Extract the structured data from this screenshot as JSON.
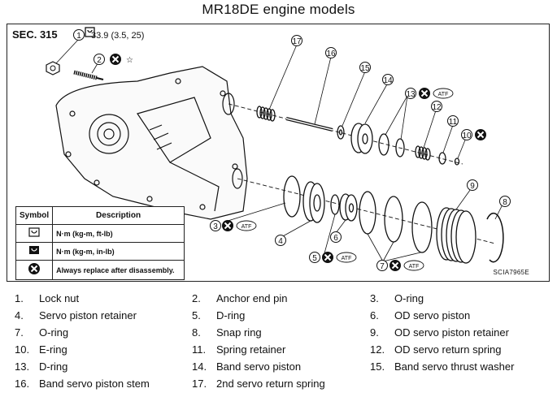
{
  "title": "MR18DE engine models",
  "section": "SEC. 315",
  "torque": "33.9 (3.5, 25)",
  "figure_code": "SCIA7965E",
  "callout_atf": "ATF",
  "callouts": [
    "1",
    "2",
    "3",
    "4",
    "5",
    "6",
    "7",
    "8",
    "9",
    "10",
    "11",
    "12",
    "13",
    "14",
    "15",
    "16",
    "17"
  ],
  "legend": {
    "headers": [
      "Symbol",
      "Description"
    ],
    "rows": [
      {
        "icon": "torque-wrench-icon",
        "desc": "N·m (kg-m, ft-lb)"
      },
      {
        "icon": "torque-wrench-small-icon",
        "desc": "N·m (kg-m, in-lb)"
      },
      {
        "icon": "replace-after-disassembly-icon",
        "desc": "Always replace after disassembly."
      }
    ]
  },
  "parts": [
    {
      "num": "1.",
      "label": "Lock nut"
    },
    {
      "num": "2.",
      "label": "Anchor end pin"
    },
    {
      "num": "3.",
      "label": "O-ring"
    },
    {
      "num": "4.",
      "label": "Servo piston retainer"
    },
    {
      "num": "5.",
      "label": "D-ring"
    },
    {
      "num": "6.",
      "label": "OD servo piston"
    },
    {
      "num": "7.",
      "label": "O-ring"
    },
    {
      "num": "8.",
      "label": "Snap ring"
    },
    {
      "num": "9.",
      "label": "OD servo piston retainer"
    },
    {
      "num": "10.",
      "label": "E-ring"
    },
    {
      "num": "11.",
      "label": "Spring retainer"
    },
    {
      "num": "12.",
      "label": "OD servo return spring"
    },
    {
      "num": "13.",
      "label": "D-ring"
    },
    {
      "num": "14.",
      "label": "Band servo piston"
    },
    {
      "num": "15.",
      "label": "Band servo thrust washer"
    },
    {
      "num": "16.",
      "label": "Band servo piston stem"
    },
    {
      "num": "17.",
      "label": "2nd servo return spring"
    }
  ]
}
